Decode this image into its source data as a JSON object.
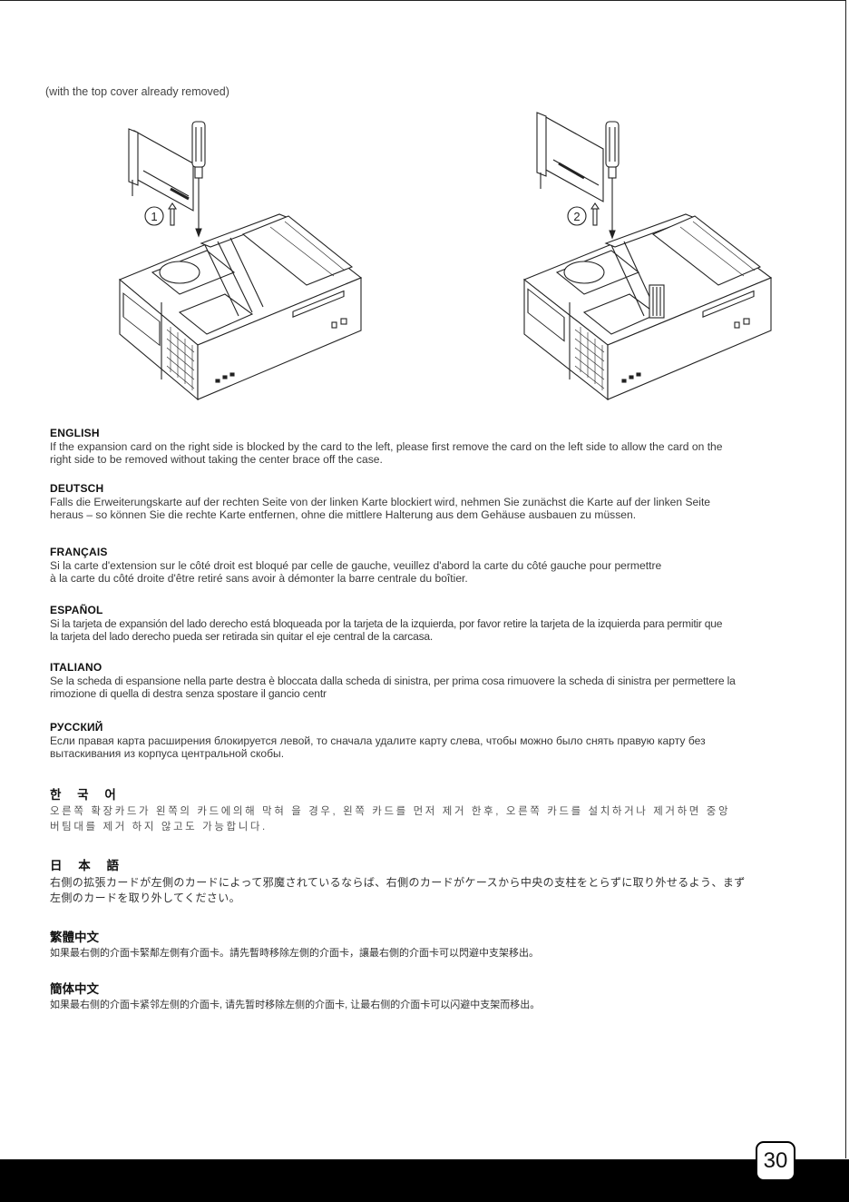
{
  "note": "(with the top cover already removed)",
  "steps": {
    "step1": "1",
    "step2": "2"
  },
  "sections": {
    "en": {
      "heading": "ENGLISH",
      "text": "If the expansion card on the right side is blocked by the card to the left, please first remove the card on the left side to allow the card on the\nright side to be removed without taking the center brace off the case."
    },
    "de": {
      "heading": "DEUTSCH",
      "text": "Falls die Erweiterungskarte auf der rechten Seite von der linken Karte blockiert wird, nehmen Sie zunächst die Karte auf der linken Seite\nheraus – so können Sie die rechte Karte entfernen, ohne die mittlere Halterung aus dem Gehäuse ausbauen zu müssen."
    },
    "fr": {
      "heading": "FRANÇAIS",
      "text": "Si la carte d'extension sur le côté droit est bloqué par celle de gauche, veuillez d'abord la carte du côté gauche pour permettre\nà la carte du côté droite d'être retiré sans avoir à démonter la barre centrale du boîtier."
    },
    "es": {
      "heading": "ESPAÑOL",
      "text": "Si la tarjeta de expansión del lado derecho está bloqueada por la tarjeta de la izquierda, por favor retire la tarjeta de la izquierda para permitir que\nla tarjeta del lado derecho pueda ser retirada sin quitar el eje central de la carcasa."
    },
    "it": {
      "heading": "ITALIANO",
      "text": "Se la scheda di espansione nella parte destra è bloccata dalla scheda di sinistra, per prima cosa rimuovere la scheda di sinistra per permettere la\nrimozione di quella di destra senza spostare il gancio centr"
    },
    "ru": {
      "heading": "РУССКИЙ",
      "text": "Если правая карта расширения блокируется левой, то сначала удалите карту слева, чтобы можно было снять правую карту без\nвытаскивания из корпуса центральной скобы."
    },
    "ko": {
      "heading": "한 국 어",
      "text": "오른쪽 확장카드가 왼쪽의 카드에의해 막혀 을 경우, 왼쪽 카드를 먼저 제거 한후, 오른쪽 카드를 설치하거나 제거하면 중앙\n버팀대를 제거 하지 않고도 가능합니다."
    },
    "ja": {
      "heading": "日 本 語",
      "text": "右側の拡張カードが左側のカードによって邪魔されているならば、右側のカードがケースから中央の支柱をとらずに取り外せるよう、まず\n左側のカードを取り外してください。"
    },
    "zh_tw": {
      "heading": "繁體中文",
      "text": "如果最右側的介面卡緊鄰左側有介面卡。請先暫時移除左側的介面卡，讓最右側的介面卡可以閃避中支架移出。"
    },
    "zh_cn": {
      "heading": "簡体中文",
      "text": "如果最右侧的介面卡紧邻左侧的介面卡, 请先暂时移除左侧的介面卡, 让最右侧的介面卡可以闪避中支架而移出。"
    }
  },
  "page_number": "30"
}
